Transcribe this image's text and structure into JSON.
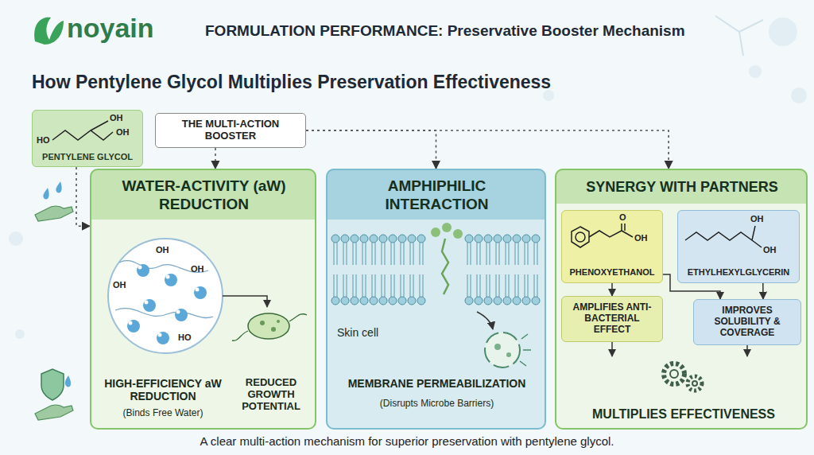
{
  "diagram": {
    "title": "FORMULATION PERFORMANCE: Preservative Booster Mechanism",
    "caption": "A clear multi-action mechanism for superior preservation with pentylene glycol.",
    "nodes": [
      {
        "text": [
          "PENTYLENE GLYCOL"
        ]
      },
      {
        "text": [
          "THE MULTI-ACTION BOOSTER"
        ]
      },
      {
        "text": [
          "WATER-ACTIVITY (aW) REDUCTION",
          "HIGH-EFFICIENCY aW REDUCTION",
          "(Binds Free Water)",
          "REDUCED GROWTH POTENTIAL"
        ]
      },
      {
        "text": [
          "AMPHIPHILIC INTERACTION",
          "Skin cell",
          "MEMBRANE PERMEABILIZATION",
          "(Disrupts Microbe Barriers)"
        ]
      },
      {
        "text": [
          "SYNERGY WITH PARTNERS"
        ]
      },
      {
        "text": [
          "PHENOXYETHANOL"
        ],
        "in": 4
      },
      {
        "text": [
          "ETHYLHEXYLGLYCERIN"
        ],
        "in": 4
      },
      {
        "text": [
          "AMPLIFIES ANTI-BACTERIAL EFFECT"
        ],
        "in": 4
      },
      {
        "text": [
          "IMPROVES SOLUBILITY & COVERAGE"
        ],
        "in": 4
      },
      {
        "text": [
          "MULTIPLIES EFFECTIVENESS"
        ],
        "in": 4
      }
    ],
    "edges": [
      {
        "from": 0,
        "to": 2,
        "arrow": "to"
      },
      {
        "from": 1,
        "to": 2,
        "arrow": "to"
      },
      {
        "from": 1,
        "to": 3,
        "arrow": "to"
      },
      {
        "from": 1,
        "to": 4,
        "arrow": "to"
      },
      {
        "from": 5,
        "to": 7,
        "arrow": "to"
      },
      {
        "from": 5,
        "to": 8,
        "arrow": "to"
      },
      {
        "from": 6,
        "to": 8,
        "arrow": "to"
      },
      {
        "from": 7,
        "to": 9,
        "arrow": "to"
      },
      {
        "from": 8,
        "to": 9,
        "arrow": "to"
      }
    ],
    "labels": [
      "noyain",
      "How Pentylene Glycol Multiplies Preservation Effectiveness",
      "HO",
      "OH",
      "OH",
      "OH",
      "OH",
      "OH",
      "HO",
      "O",
      "OH",
      "OH",
      "OH"
    ]
  }
}
